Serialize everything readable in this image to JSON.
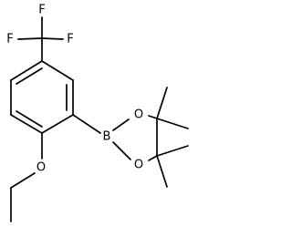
{
  "molecule": {
    "atoms": {
      "f_top": "F",
      "f_left": "F",
      "f_right": "F",
      "boron": "B",
      "o_upper": "O",
      "o_lower": "O",
      "o_ether": "O"
    }
  }
}
